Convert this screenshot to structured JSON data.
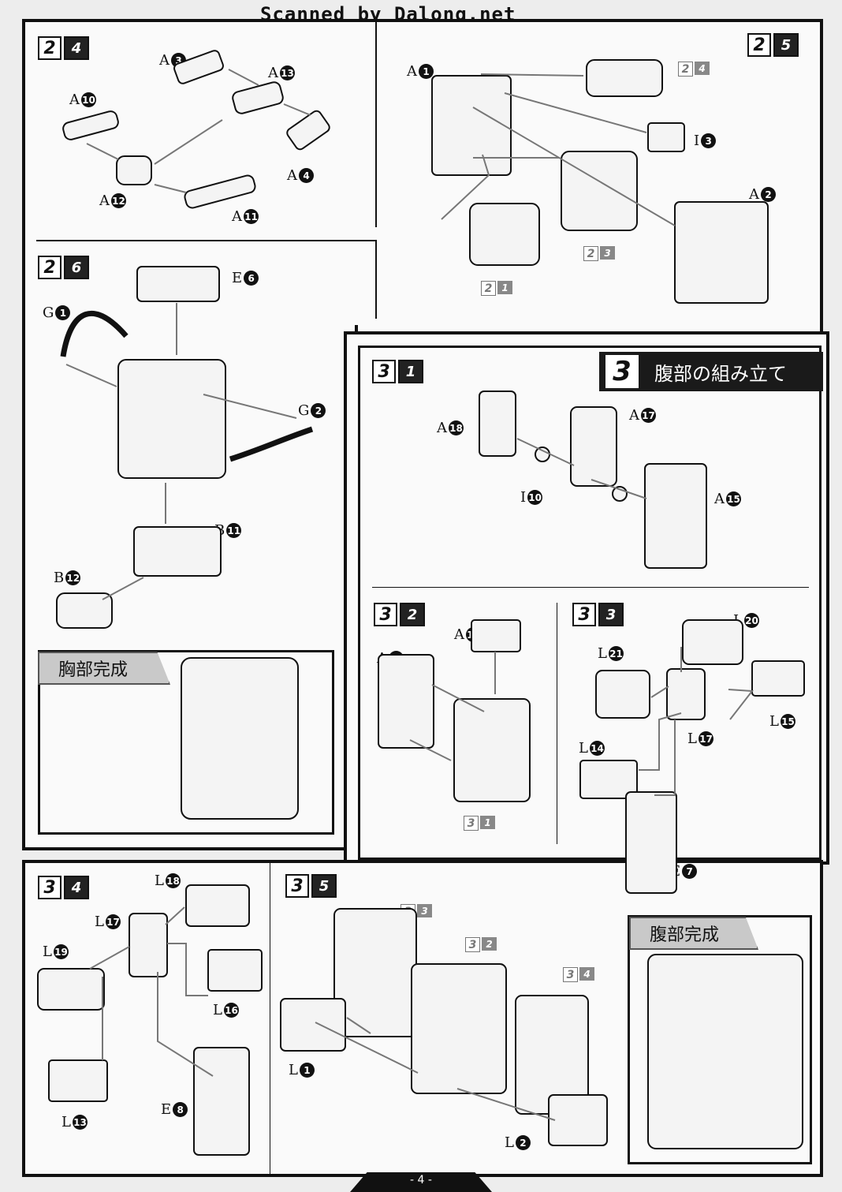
{
  "watermark": "Scanned by Dalong.net",
  "page_number": "- 4 -",
  "section": {
    "number": "3",
    "title": "腹部の組み立て"
  },
  "badges": {
    "chest_complete": "胸部完成",
    "abdomen_complete": "腹部完成"
  },
  "steps": [
    {
      "major": "2",
      "minor": "4"
    },
    {
      "major": "2",
      "minor": "5"
    },
    {
      "major": "2",
      "minor": "6"
    },
    {
      "major": "3",
      "minor": "1"
    },
    {
      "major": "3",
      "minor": "2"
    },
    {
      "major": "3",
      "minor": "3"
    },
    {
      "major": "3",
      "minor": "4"
    },
    {
      "major": "3",
      "minor": "5"
    }
  ],
  "refs": [
    {
      "major": "2",
      "minor": "4"
    },
    {
      "major": "2",
      "minor": "3"
    },
    {
      "major": "2",
      "minor": "1"
    },
    {
      "major": "3",
      "minor": "1"
    },
    {
      "major": "3",
      "minor": "3"
    },
    {
      "major": "3",
      "minor": "2"
    },
    {
      "major": "3",
      "minor": "4"
    }
  ],
  "parts": [
    {
      "letter": "A",
      "num": "3"
    },
    {
      "letter": "A",
      "num": "13"
    },
    {
      "letter": "A",
      "num": "10"
    },
    {
      "letter": "A",
      "num": "4"
    },
    {
      "letter": "A",
      "num": "12"
    },
    {
      "letter": "A",
      "num": "11"
    },
    {
      "letter": "A",
      "num": "1"
    },
    {
      "letter": "I",
      "num": "3"
    },
    {
      "letter": "A",
      "num": "2"
    },
    {
      "letter": "E",
      "num": "6"
    },
    {
      "letter": "G",
      "num": "1"
    },
    {
      "letter": "G",
      "num": "2"
    },
    {
      "letter": "B",
      "num": "11"
    },
    {
      "letter": "B",
      "num": "12"
    },
    {
      "letter": "A",
      "num": "18"
    },
    {
      "letter": "A",
      "num": "17"
    },
    {
      "letter": "I",
      "num": "10"
    },
    {
      "letter": "A",
      "num": "15"
    },
    {
      "letter": "A",
      "num": "16"
    },
    {
      "letter": "A",
      "num": "14"
    },
    {
      "letter": "L",
      "num": "20"
    },
    {
      "letter": "L",
      "num": "21"
    },
    {
      "letter": "L",
      "num": "15"
    },
    {
      "letter": "L",
      "num": "17"
    },
    {
      "letter": "L",
      "num": "14"
    },
    {
      "letter": "E",
      "num": "7"
    },
    {
      "letter": "L",
      "num": "18"
    },
    {
      "letter": "L",
      "num": "17"
    },
    {
      "letter": "L",
      "num": "19"
    },
    {
      "letter": "L",
      "num": "16"
    },
    {
      "letter": "L",
      "num": "13"
    },
    {
      "letter": "E",
      "num": "8"
    },
    {
      "letter": "L",
      "num": "1"
    },
    {
      "letter": "L",
      "num": "2"
    }
  ]
}
